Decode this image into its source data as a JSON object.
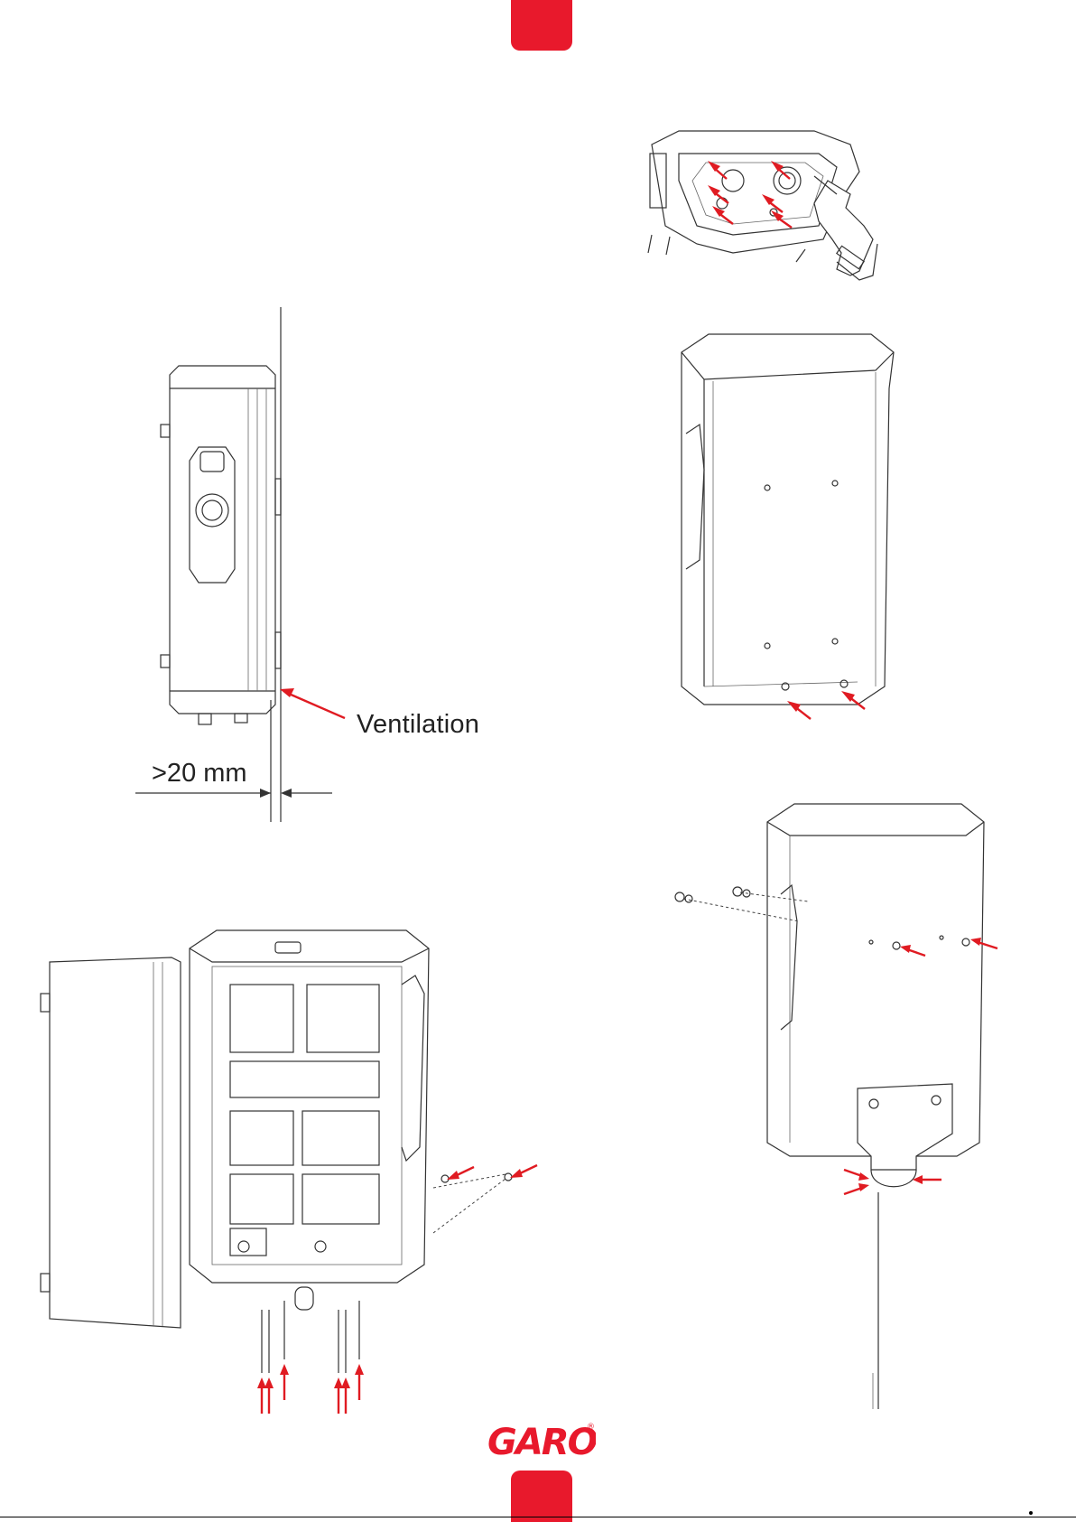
{
  "figures": {
    "clearance": {
      "ventilation_label": "Ventilation",
      "gap_label": ">20 mm"
    }
  },
  "brand": {
    "logo_text": "GARO",
    "registered_mark": "®",
    "accent_color": "#e8192c"
  },
  "icons": {
    "tool": "drill-icon",
    "arrow": "red-arrow-icon"
  }
}
